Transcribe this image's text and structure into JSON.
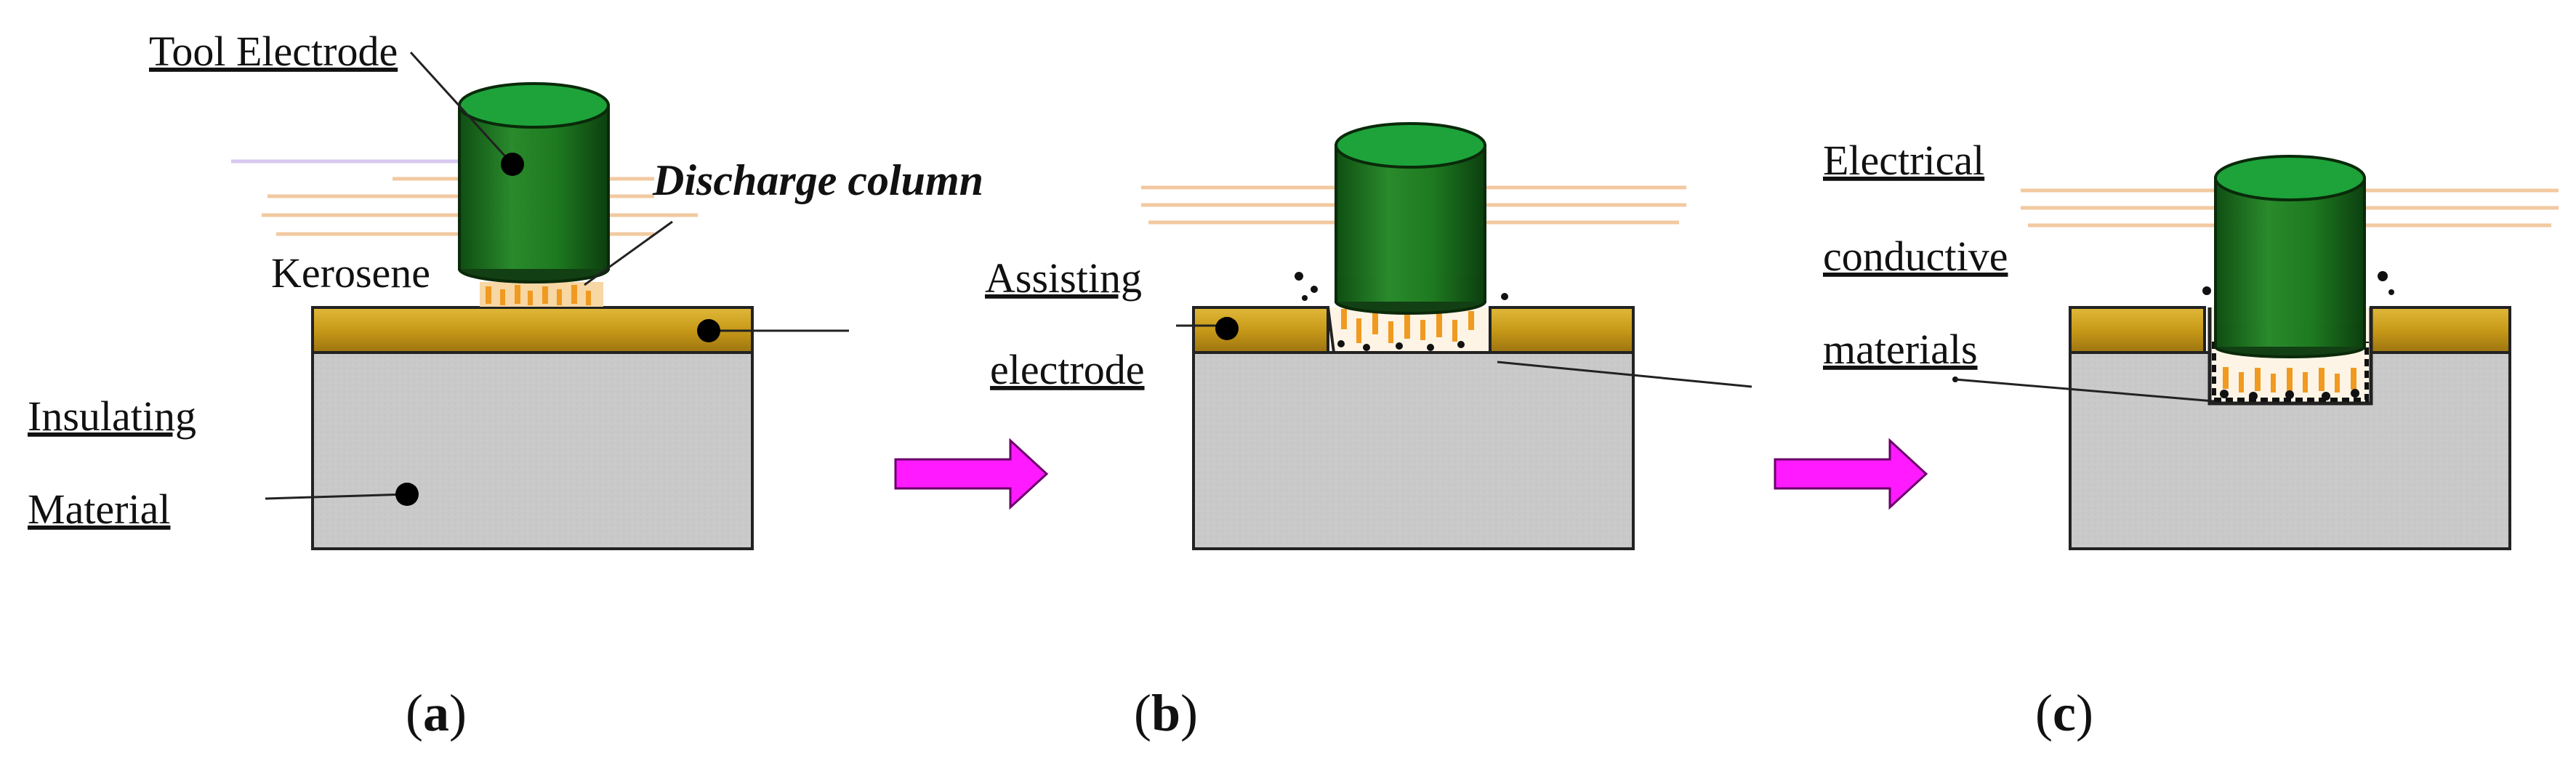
{
  "panels": [
    {
      "id": "a",
      "caption_letter": "a",
      "labels": {
        "tool_electrode": "Tool Electrode",
        "discharge_column": "Discharge column",
        "kerosene": "Kerosene",
        "insulating_line1": "Insulating",
        "insulating_line2": "Material"
      }
    },
    {
      "id": "b",
      "caption_letter": "b",
      "labels": {
        "assisting_line1": "Assisting",
        "assisting_line2": "electrode"
      }
    },
    {
      "id": "c",
      "caption_letter": "c",
      "labels": {
        "conductive_line1": "Electrical",
        "conductive_line2": "conductive",
        "conductive_line3": "materials"
      }
    }
  ],
  "caption_open": "(",
  "caption_close": ")",
  "colors": {
    "electrode_green": "#1f7a1f",
    "electrode_top": "#1a9a3a",
    "assisting_gold": "#c9a21a",
    "insulating_gray": "#c8c8c8",
    "arrow_magenta": "#ff1aff",
    "spark_orange": "#f0a030",
    "kerosene_lines": "#f2c9a0"
  }
}
